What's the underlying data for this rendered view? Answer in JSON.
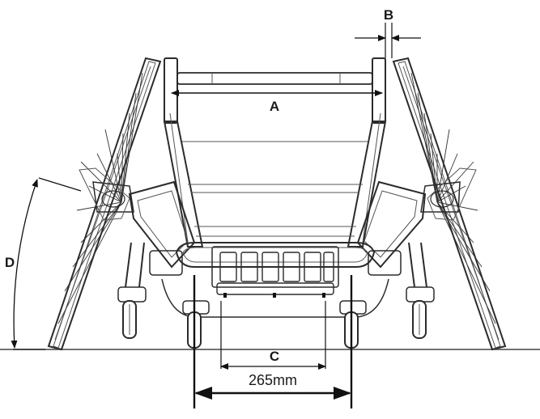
{
  "labels": {
    "a": "A",
    "b": "B",
    "c": "C",
    "d": "D",
    "width_dimension": "265mm"
  },
  "colors": {
    "line": "#2b2b2b",
    "background": "#ffffff"
  }
}
